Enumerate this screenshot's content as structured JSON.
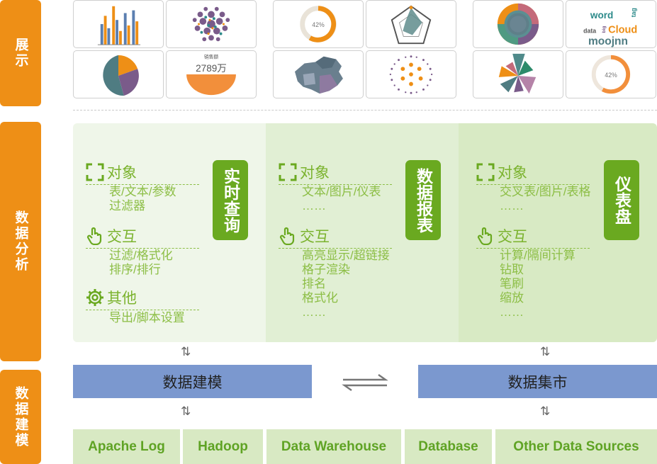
{
  "sidebar": {
    "display": "展示",
    "analysis": "数据分析",
    "modeling": "数据建模"
  },
  "thumbnails": {
    "gauge_value": "42%",
    "kpi_caption": "销售额",
    "kpi_value": "2789万",
    "wordcloud": [
      "word",
      "tag",
      "data",
      "Cloud",
      "moojnn",
      "big"
    ]
  },
  "panels": [
    {
      "badge": "实时查询",
      "sections": [
        {
          "title": "对象",
          "icon": "frame-corners-icon",
          "lines": [
            "表/文本/参数",
            "过滤器"
          ]
        },
        {
          "title": "交互",
          "icon": "hand-pointer-icon",
          "lines": [
            "过滤/格式化",
            "排序/排行"
          ]
        },
        {
          "title": "其他",
          "icon": "gear-icon",
          "lines": [
            "导出/脚本设置"
          ]
        }
      ]
    },
    {
      "badge": "数据报表",
      "sections": [
        {
          "title": "对象",
          "icon": "frame-corners-icon",
          "lines": [
            "文本/图片/仪表",
            "……"
          ]
        },
        {
          "title": "交互",
          "icon": "hand-pointer-icon",
          "lines": [
            "高亮显示/超链接",
            "格子渲染",
            "排名",
            "格式化",
            "……"
          ]
        }
      ]
    },
    {
      "badge": "仪表盘",
      "sections": [
        {
          "title": "对象",
          "icon": "frame-corners-icon",
          "lines": [
            "交叉表/图片/表格",
            "……"
          ]
        },
        {
          "title": "交互",
          "icon": "hand-pointer-icon",
          "lines": [
            "计算/隔间计算",
            "钻取",
            "笔刷",
            "缩放",
            "……"
          ]
        }
      ]
    }
  ],
  "modeling": {
    "left": "数据建模",
    "right": "数据集市"
  },
  "arrows": {
    "updown": "⇅"
  },
  "sources": [
    "Apache Log",
    "Hadoop",
    "Data Warehouse",
    "Database",
    "Other Data Sources"
  ],
  "colors": {
    "orange": "#ee8f16",
    "green": "#6aa920",
    "green_text": "#7bb32e",
    "blue_bar": "#7b98cf",
    "source_bg": "#d8e9c3"
  }
}
